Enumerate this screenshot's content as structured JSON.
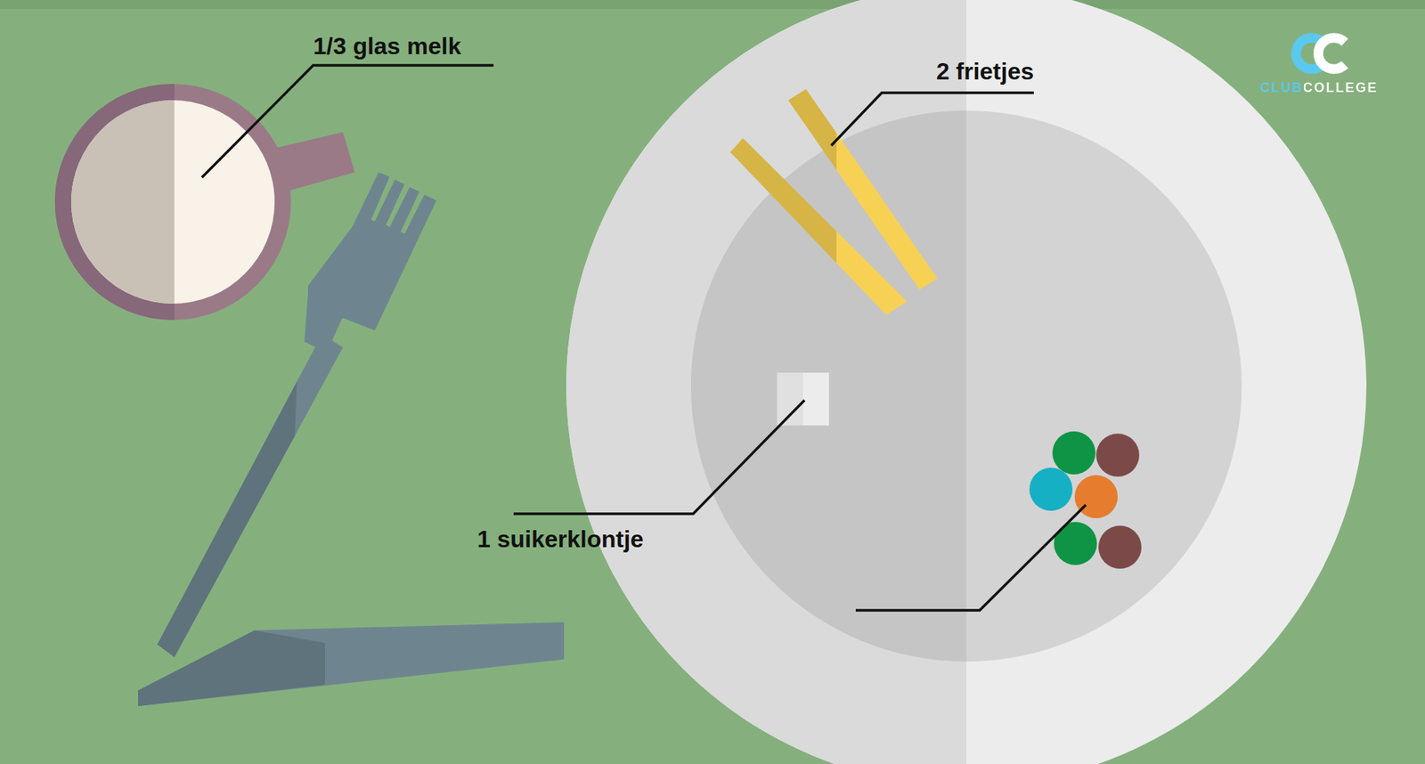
{
  "diagram": {
    "labels": [
      "1/3 glas melk",
      "2 frietjes",
      "1 suikerklontje",
      "CLUBCOLLEGE"
    ]
  }
}
